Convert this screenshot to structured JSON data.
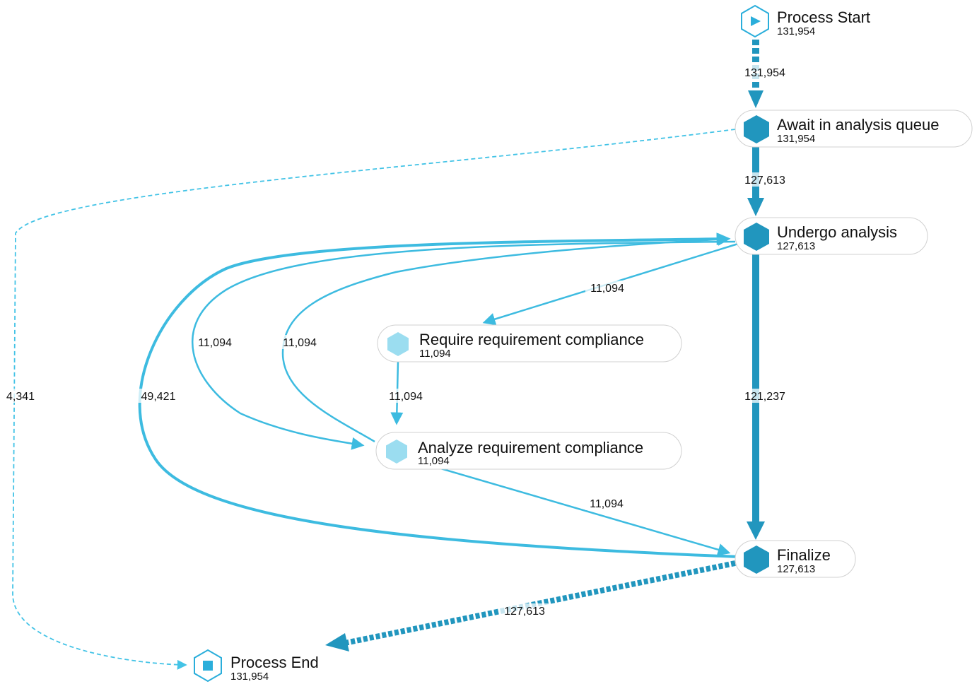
{
  "colors": {
    "dark": "#2196BE",
    "medium": "#3DBBE0",
    "light": "#9BDDF0",
    "dashed": "#43C3E6",
    "start_end": "#2AAEDB"
  },
  "nodes": {
    "process_start": {
      "name": "Process Start",
      "count": "131,954",
      "icon": "play-icon"
    },
    "await_queue": {
      "name": "Await in analysis queue",
      "count": "131,954",
      "icon": "hexagon-icon"
    },
    "undergo_analysis": {
      "name": "Undergo analysis",
      "count": "127,613",
      "icon": "hexagon-icon"
    },
    "require_compliance": {
      "name": "Require requirement compliance",
      "count": "11,094",
      "icon": "hexagon-icon"
    },
    "analyze_compliance": {
      "name": "Analyze requirement compliance",
      "count": "11,094",
      "icon": "hexagon-icon"
    },
    "finalize": {
      "name": "Finalize",
      "count": "127,613",
      "icon": "hexagon-icon"
    },
    "process_end": {
      "name": "Process End",
      "count": "131,954",
      "icon": "stop-icon"
    }
  },
  "edges": {
    "start_to_await": "131,954",
    "await_to_undergo": "127,613",
    "await_to_end": "4,341",
    "undergo_to_require": "11,094",
    "undergo_to_analyze_outer": "11,094",
    "analyze_to_undergo_inner": "11,094",
    "finalize_to_undergo": "49,421",
    "require_to_analyze": "11,094",
    "undergo_to_finalize": "121,237",
    "analyze_to_finalize": "11,094",
    "finalize_to_end": "127,613"
  }
}
